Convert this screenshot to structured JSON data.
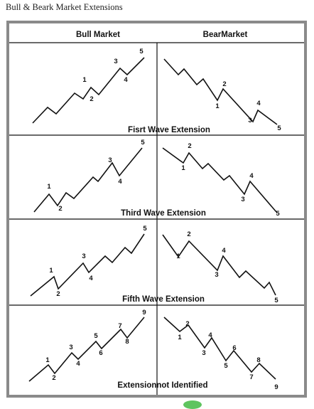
{
  "page": {
    "title": "Bull & Beark Market Extensions"
  },
  "headers": {
    "bull": "Bull Market",
    "bear": "BearMarket"
  },
  "rows": [
    {
      "caption": "Fisrt Wave Extension",
      "bull": {
        "labels": [
          "3",
          "5",
          "1",
          "4",
          "2"
        ]
      },
      "bear": {
        "labels": [
          "2",
          "1",
          "4",
          "3",
          "5"
        ]
      }
    },
    {
      "caption": "Third Wave Extension",
      "bull": {
        "labels": [
          "5",
          "3",
          "1",
          "4",
          "2"
        ]
      },
      "bear": {
        "labels": [
          "2",
          "1",
          "4",
          "3",
          "5"
        ]
      }
    },
    {
      "caption": "Fifth Wave Extension",
      "bull": {
        "labels": [
          "5",
          "3",
          "1",
          "4",
          "2"
        ]
      },
      "bear": {
        "labels": [
          "2",
          "1",
          "4",
          "3",
          "5"
        ]
      }
    },
    {
      "caption": "Extensionnot Identified",
      "bull": {
        "labels": [
          "9",
          "7",
          "5",
          "8",
          "3",
          "6",
          "1",
          "4",
          "2"
        ]
      },
      "bear": {
        "labels": [
          "2",
          "1",
          "4",
          "3",
          "6",
          "5",
          "8",
          "7",
          "9"
        ]
      }
    }
  ]
}
